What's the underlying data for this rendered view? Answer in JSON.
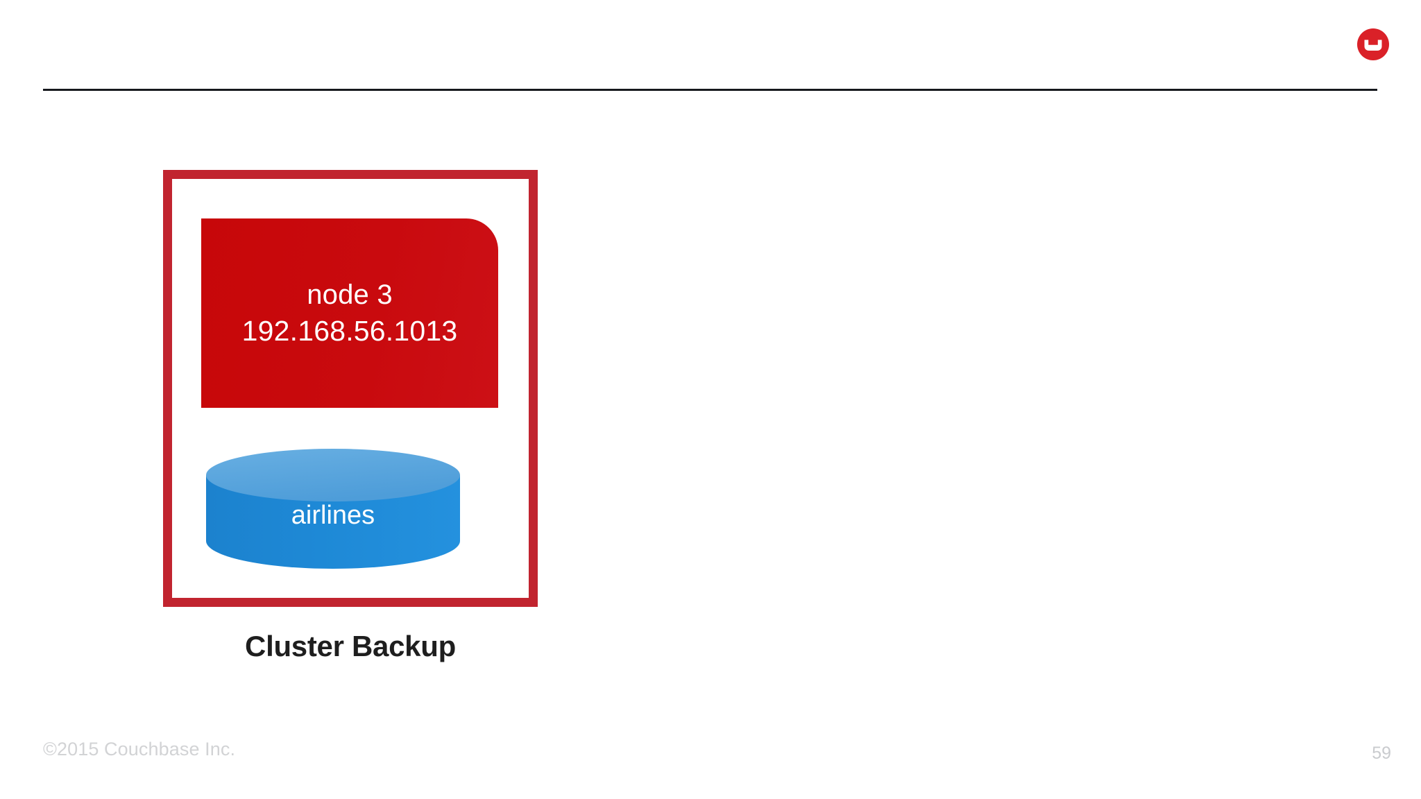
{
  "slide": {
    "background_color": "#FFFFFF",
    "header": {
      "logo_icon": "couchbase-logo-icon",
      "logo_color": "#DA2128",
      "rule_color": "#16181D"
    },
    "diagram": {
      "container": {
        "border_color": "#C1242F",
        "fill_color": "#FFFFFF"
      },
      "node": {
        "title": "node 3",
        "ip_address": "192.168.56.1013",
        "fill_color": "#C90A0E",
        "text_color": "#FFFFFF"
      },
      "bucket": {
        "label": "airlines",
        "icon": "database-cylinder-icon",
        "top_color": "#5BA7DE",
        "body_color": "#1E87D4",
        "text_color": "#FFFFFF"
      },
      "caption": "Cluster Backup",
      "caption_color": "#1E1E1E"
    },
    "footer": {
      "copyright": "©2015 Couchbase Inc.",
      "page_number": "59",
      "text_color": "#D2D3D5"
    }
  }
}
